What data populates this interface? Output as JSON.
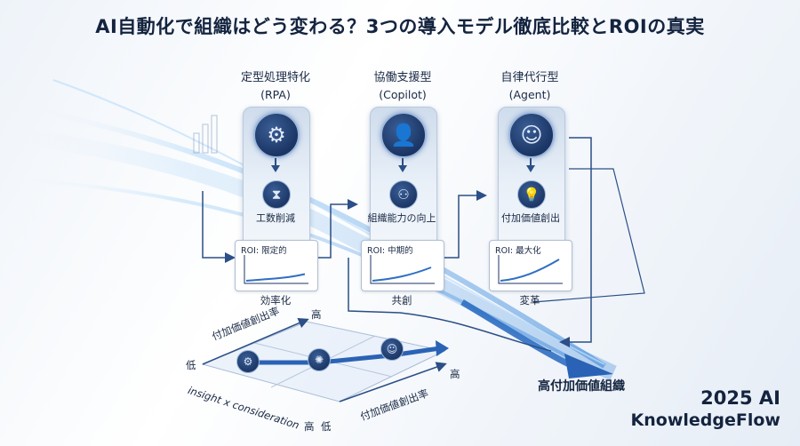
{
  "title": "AI自動化で組織はどう変わる？3つの導入モデル徹底比較とROIの真実",
  "models": [
    {
      "name": "定型処理特化",
      "sub": "(RPA)",
      "icon": "gear-robot-arm-icon",
      "step_icon": "hourglass-gears-icon",
      "step_label": "工数削減",
      "roi_label": "ROI: 限定的",
      "roi_level": 0.35,
      "outcome": "効率化"
    },
    {
      "name": "協働支援型",
      "sub": "(Copilot)",
      "icon": "person-ai-bubble-icon",
      "step_icon": "team-group-icon",
      "step_label": "組織能力の向上",
      "roi_label": "ROI: 中期的",
      "roi_level": 0.6,
      "outcome": "共創"
    },
    {
      "name": "自律代行型",
      "sub": "(Agent)",
      "icon": "robot-head-icon",
      "step_icon": "hand-lightbulb-icon",
      "step_label": "付加価値創出",
      "roi_label": "ROI: 最大化",
      "roi_level": 0.9,
      "outcome": "変革"
    }
  ],
  "final": "高付加価値組織",
  "matrix": {
    "y_axis_label": "付加価値創出率",
    "y_high": "高",
    "y_low": "低",
    "x_axis_label": "付加価値創出率",
    "x_high": "高",
    "x_low": "低",
    "x_low_left": "高",
    "diagonal_label": "insight x consideration",
    "markers": [
      "gear-icon",
      "brain-icon",
      "robot-icon"
    ]
  },
  "brand": {
    "line1": "2025 AI",
    "line2": "KnowledgeFlow"
  },
  "colors": {
    "navy": "#1b3564",
    "accent_blue": "#2f7fd6",
    "glow": "#6fb3f2"
  }
}
